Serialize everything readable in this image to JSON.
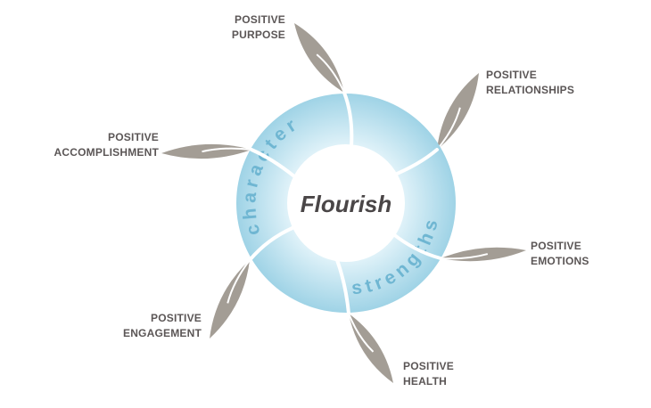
{
  "center_label": "Flourish",
  "ring_text": {
    "top_left": "character",
    "right": "strengths"
  },
  "colors": {
    "ring_outer": "#9fd3e6",
    "ring_inner": "#e4f4fa",
    "leaf": "#a39d95",
    "label": "#5b5656",
    "ring_text": "#6fb6d2"
  },
  "elements": [
    {
      "line1": "POSITIVE",
      "line2": "PURPOSE"
    },
    {
      "line1": "POSITIVE",
      "line2": "RELATIONSHIPS"
    },
    {
      "line1": "POSITIVE",
      "line2": "ACCOMPLISHMENT"
    },
    {
      "line1": "POSITIVE",
      "line2": "EMOTIONS"
    },
    {
      "line1": "POSITIVE",
      "line2": "ENGAGEMENT"
    },
    {
      "line1": "POSITIVE",
      "line2": "HEALTH"
    }
  ]
}
